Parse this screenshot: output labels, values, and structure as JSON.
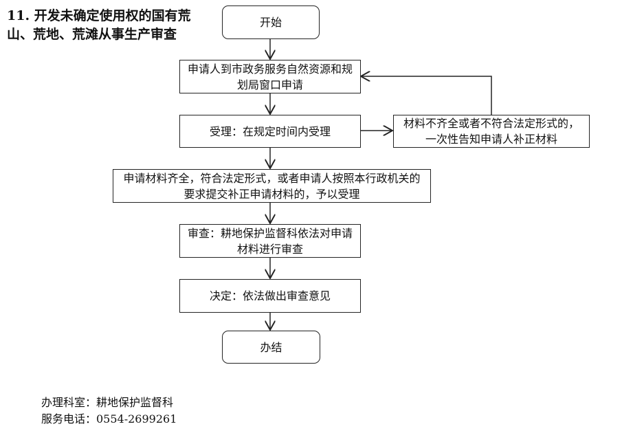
{
  "title": "11. 开发未确定使用权的国有荒山、荒地、荒滩从事生产审查",
  "nodes": {
    "start": "开始",
    "apply": "申请人到市政务服务自然资源和规划局窗口申请",
    "accept": "受理：在规定时间内受理",
    "incomplete": "材料不齐全或者不符合法定形式的，一次性告知申请人补正材料",
    "complete": "申请材料齐全，符合法定形式，或者申请人按照本行政机关的要求提交补正申请材料的，予以受理",
    "review": "审查：耕地保护监督科依法对申请材料进行审查",
    "decide": "决定：依法做出审查意见",
    "end": "办结"
  },
  "footer": {
    "office": "办理科室：耕地保护监督科",
    "phone": "服务电话：0554-2699261"
  }
}
